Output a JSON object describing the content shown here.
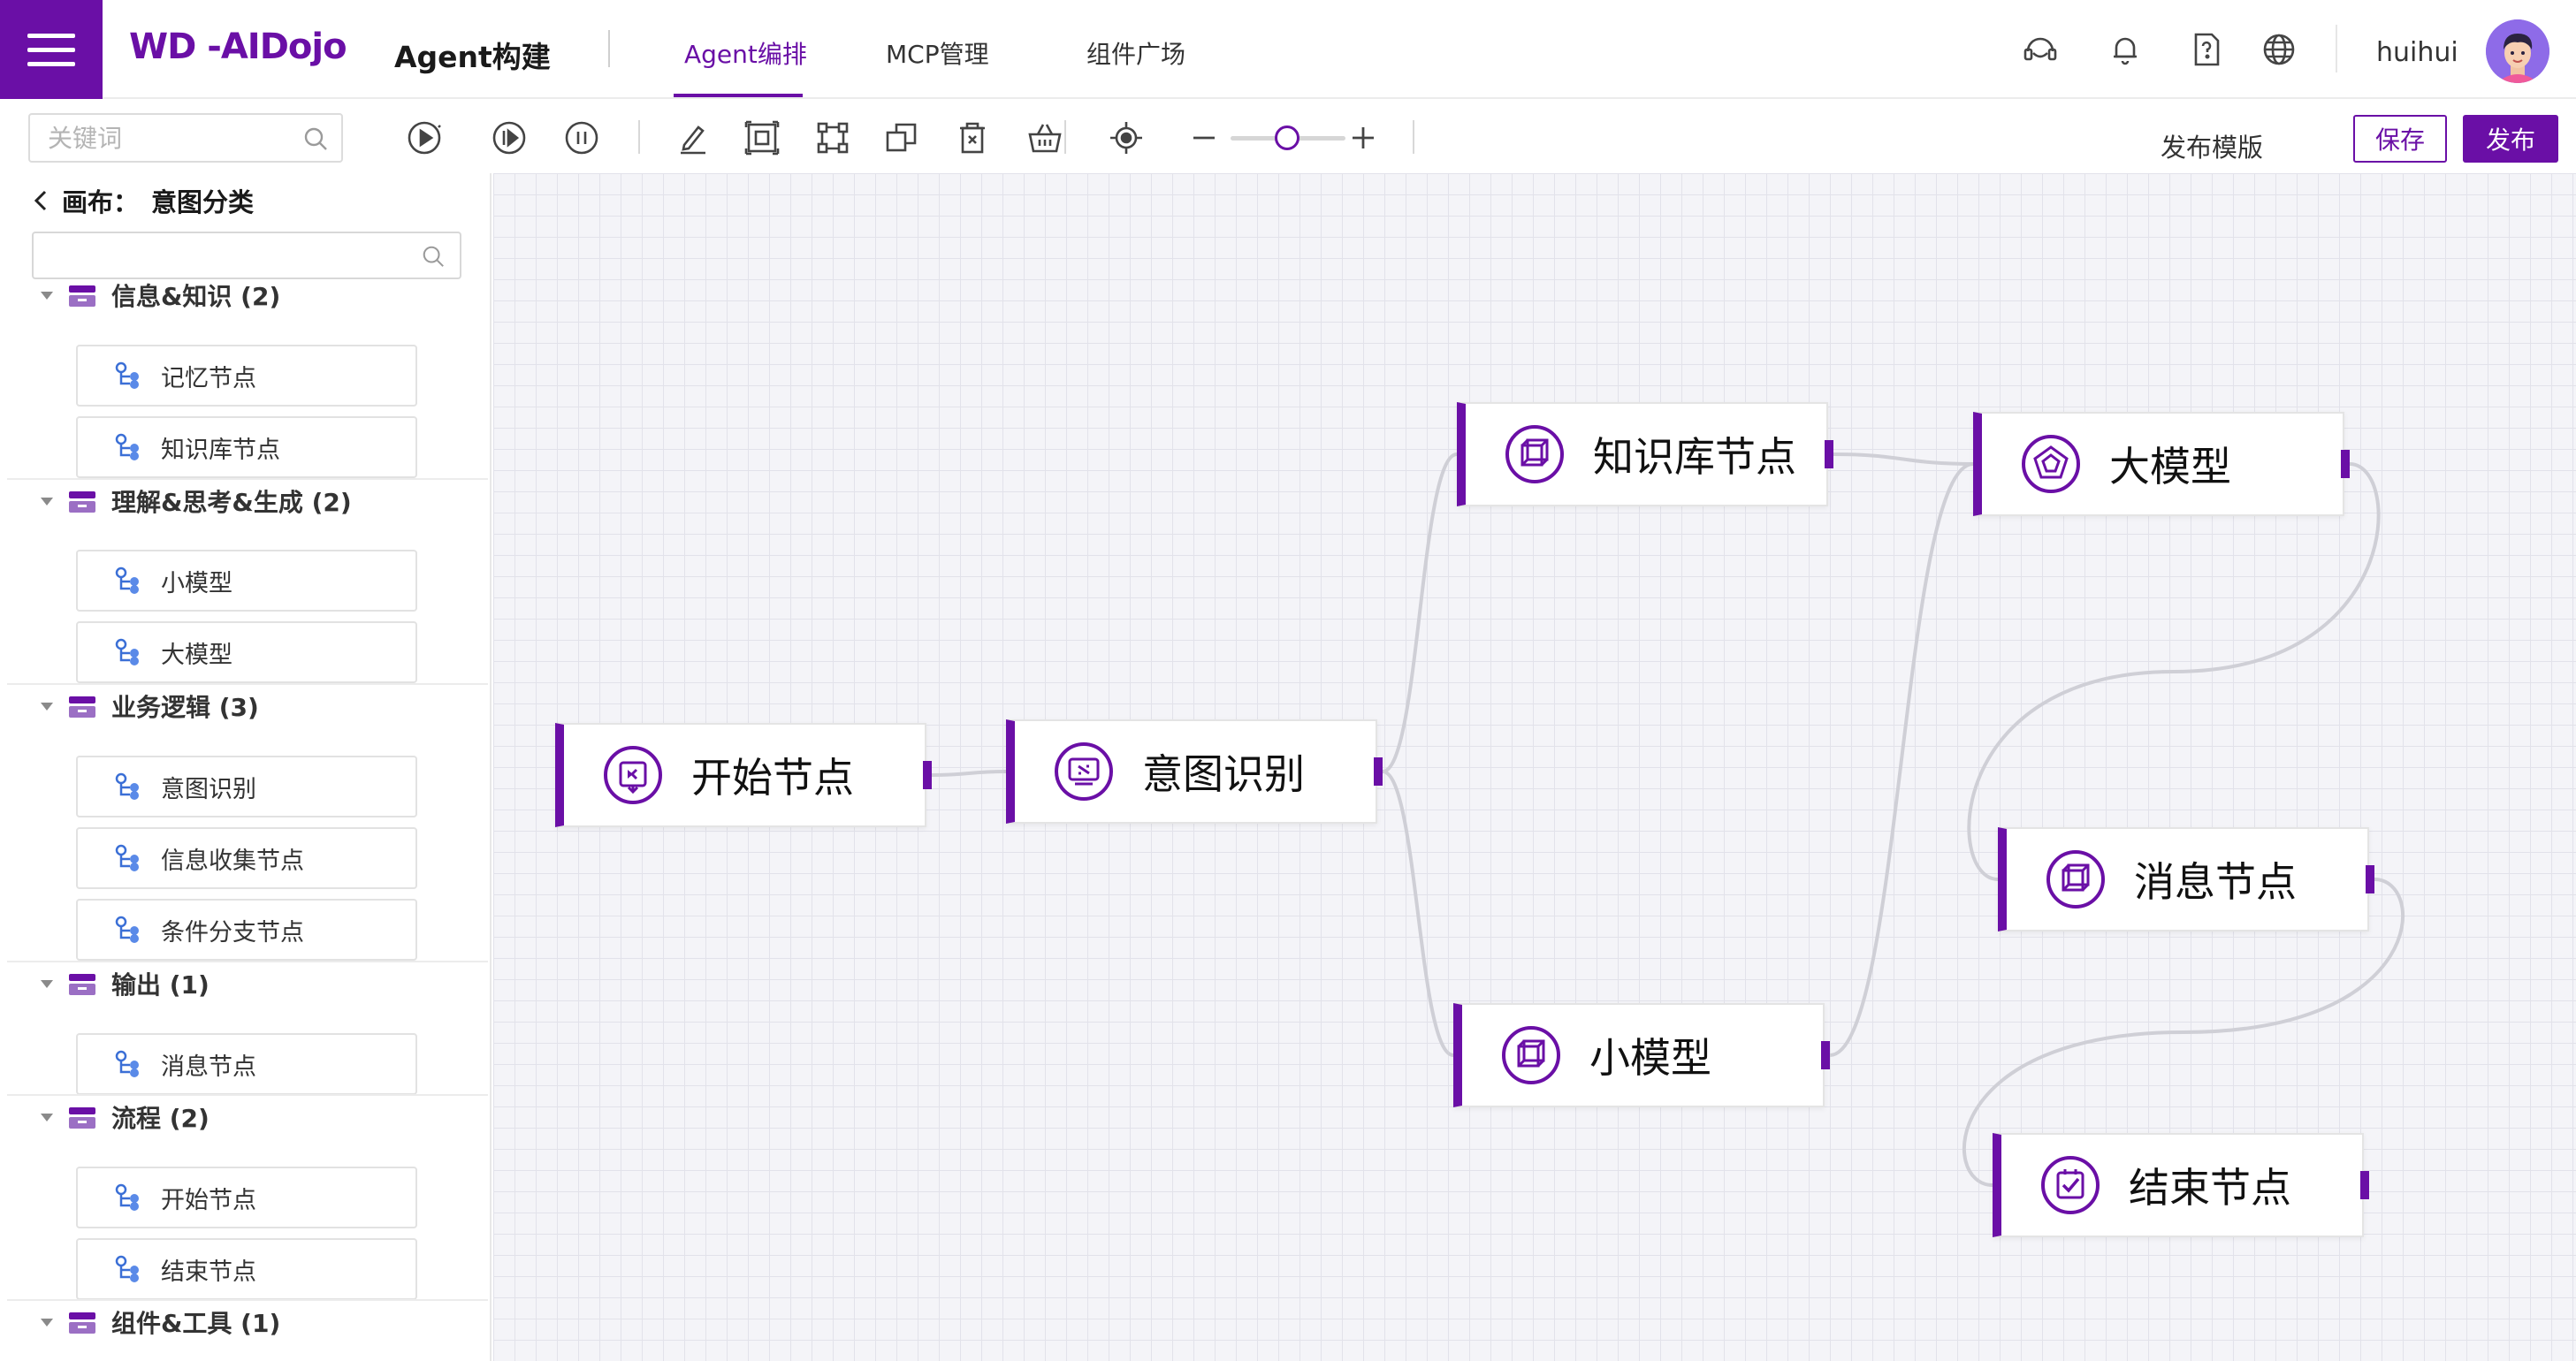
{
  "header": {
    "logo": "WD -AIDojo",
    "app_title": "Agent构建",
    "nav": [
      "Agent编排",
      "MCP管理",
      "组件广场"
    ],
    "active_nav": "Agent编排",
    "icons": [
      "headset-icon",
      "bell-icon",
      "help-doc-icon",
      "globe-icon"
    ],
    "username": "huihui"
  },
  "toolbar": {
    "search_placeholder": "关键词",
    "buttons": [
      "run-icon",
      "step-run-icon",
      "pause-icon",
      "edit-icon",
      "fit-view-icon",
      "layout-icon",
      "copy-icon",
      "delete-icon",
      "basket-icon",
      "locate-icon",
      "zoom-out-icon",
      "zoom-in-icon"
    ],
    "zoom_fraction": 0.45,
    "publish_template": "发布模版",
    "save": "保存",
    "publish": "发布"
  },
  "sidebar": {
    "canvas_label": "画布：",
    "canvas_name": "意图分类",
    "categories": [
      {
        "title": "信息&知识 (2)",
        "items": [
          "记忆节点",
          "知识库节点"
        ]
      },
      {
        "title": "理解&思考&生成 (2)",
        "items": [
          "小模型",
          "大模型"
        ]
      },
      {
        "title": "业务逻辑 (3)",
        "items": [
          "意图识别",
          "信息收集节点",
          "条件分支节点"
        ]
      },
      {
        "title": "输出 (1)",
        "items": [
          "消息节点"
        ]
      },
      {
        "title": "流程 (2)",
        "items": [
          "开始节点",
          "结束节点"
        ]
      },
      {
        "title": "组件&工具 (1)",
        "items": []
      }
    ]
  },
  "canvas": {
    "nodes": [
      {
        "id": "start",
        "label": "开始节点",
        "icon": "start-icon"
      },
      {
        "id": "intent",
        "label": "意图识别",
        "icon": "intent-icon"
      },
      {
        "id": "kb",
        "label": "知识库节点",
        "icon": "cube-icon"
      },
      {
        "id": "small",
        "label": "小模型",
        "icon": "cube-icon"
      },
      {
        "id": "large",
        "label": "大模型",
        "icon": "pentagon-icon"
      },
      {
        "id": "msg",
        "label": "消息节点",
        "icon": "cube-icon"
      },
      {
        "id": "end",
        "label": "结束节点",
        "icon": "check-icon"
      }
    ],
    "edges": [
      [
        "start",
        "intent"
      ],
      [
        "intent",
        "kb"
      ],
      [
        "intent",
        "small"
      ],
      [
        "kb",
        "large"
      ],
      [
        "small",
        "large"
      ],
      [
        "large",
        "msg"
      ],
      [
        "msg",
        "end"
      ]
    ],
    "colors": {
      "accent": "#6a0fa6",
      "edge": "#cfcfd6"
    }
  }
}
